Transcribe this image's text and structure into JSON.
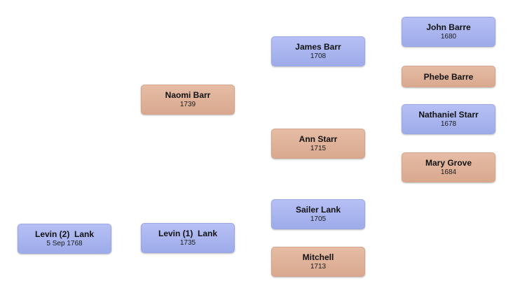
{
  "people": {
    "levin2": {
      "name": "Levin (2)  Lank",
      "date": "5 Sep 1768"
    },
    "levin1": {
      "name": "Levin (1)  Lank",
      "date": "1735"
    },
    "naomi": {
      "name": "Naomi Barr",
      "date": "1739"
    },
    "james": {
      "name": "James Barr",
      "date": "1708"
    },
    "ann": {
      "name": "Ann Starr",
      "date": "1715"
    },
    "sailer": {
      "name": "Sailer Lank",
      "date": "1705"
    },
    "mitchell": {
      "name": "Mitchell",
      "date": "1713"
    },
    "john": {
      "name": "John Barre",
      "date": "1680"
    },
    "phebe": {
      "name": "Phebe Barre",
      "date": ""
    },
    "nathaniel": {
      "name": "Nathaniel Starr",
      "date": "1678"
    },
    "mary": {
      "name": "Mary Grove",
      "date": "1684"
    }
  },
  "colors": {
    "male": "#a8b4ef",
    "female": "#dfb29a"
  }
}
